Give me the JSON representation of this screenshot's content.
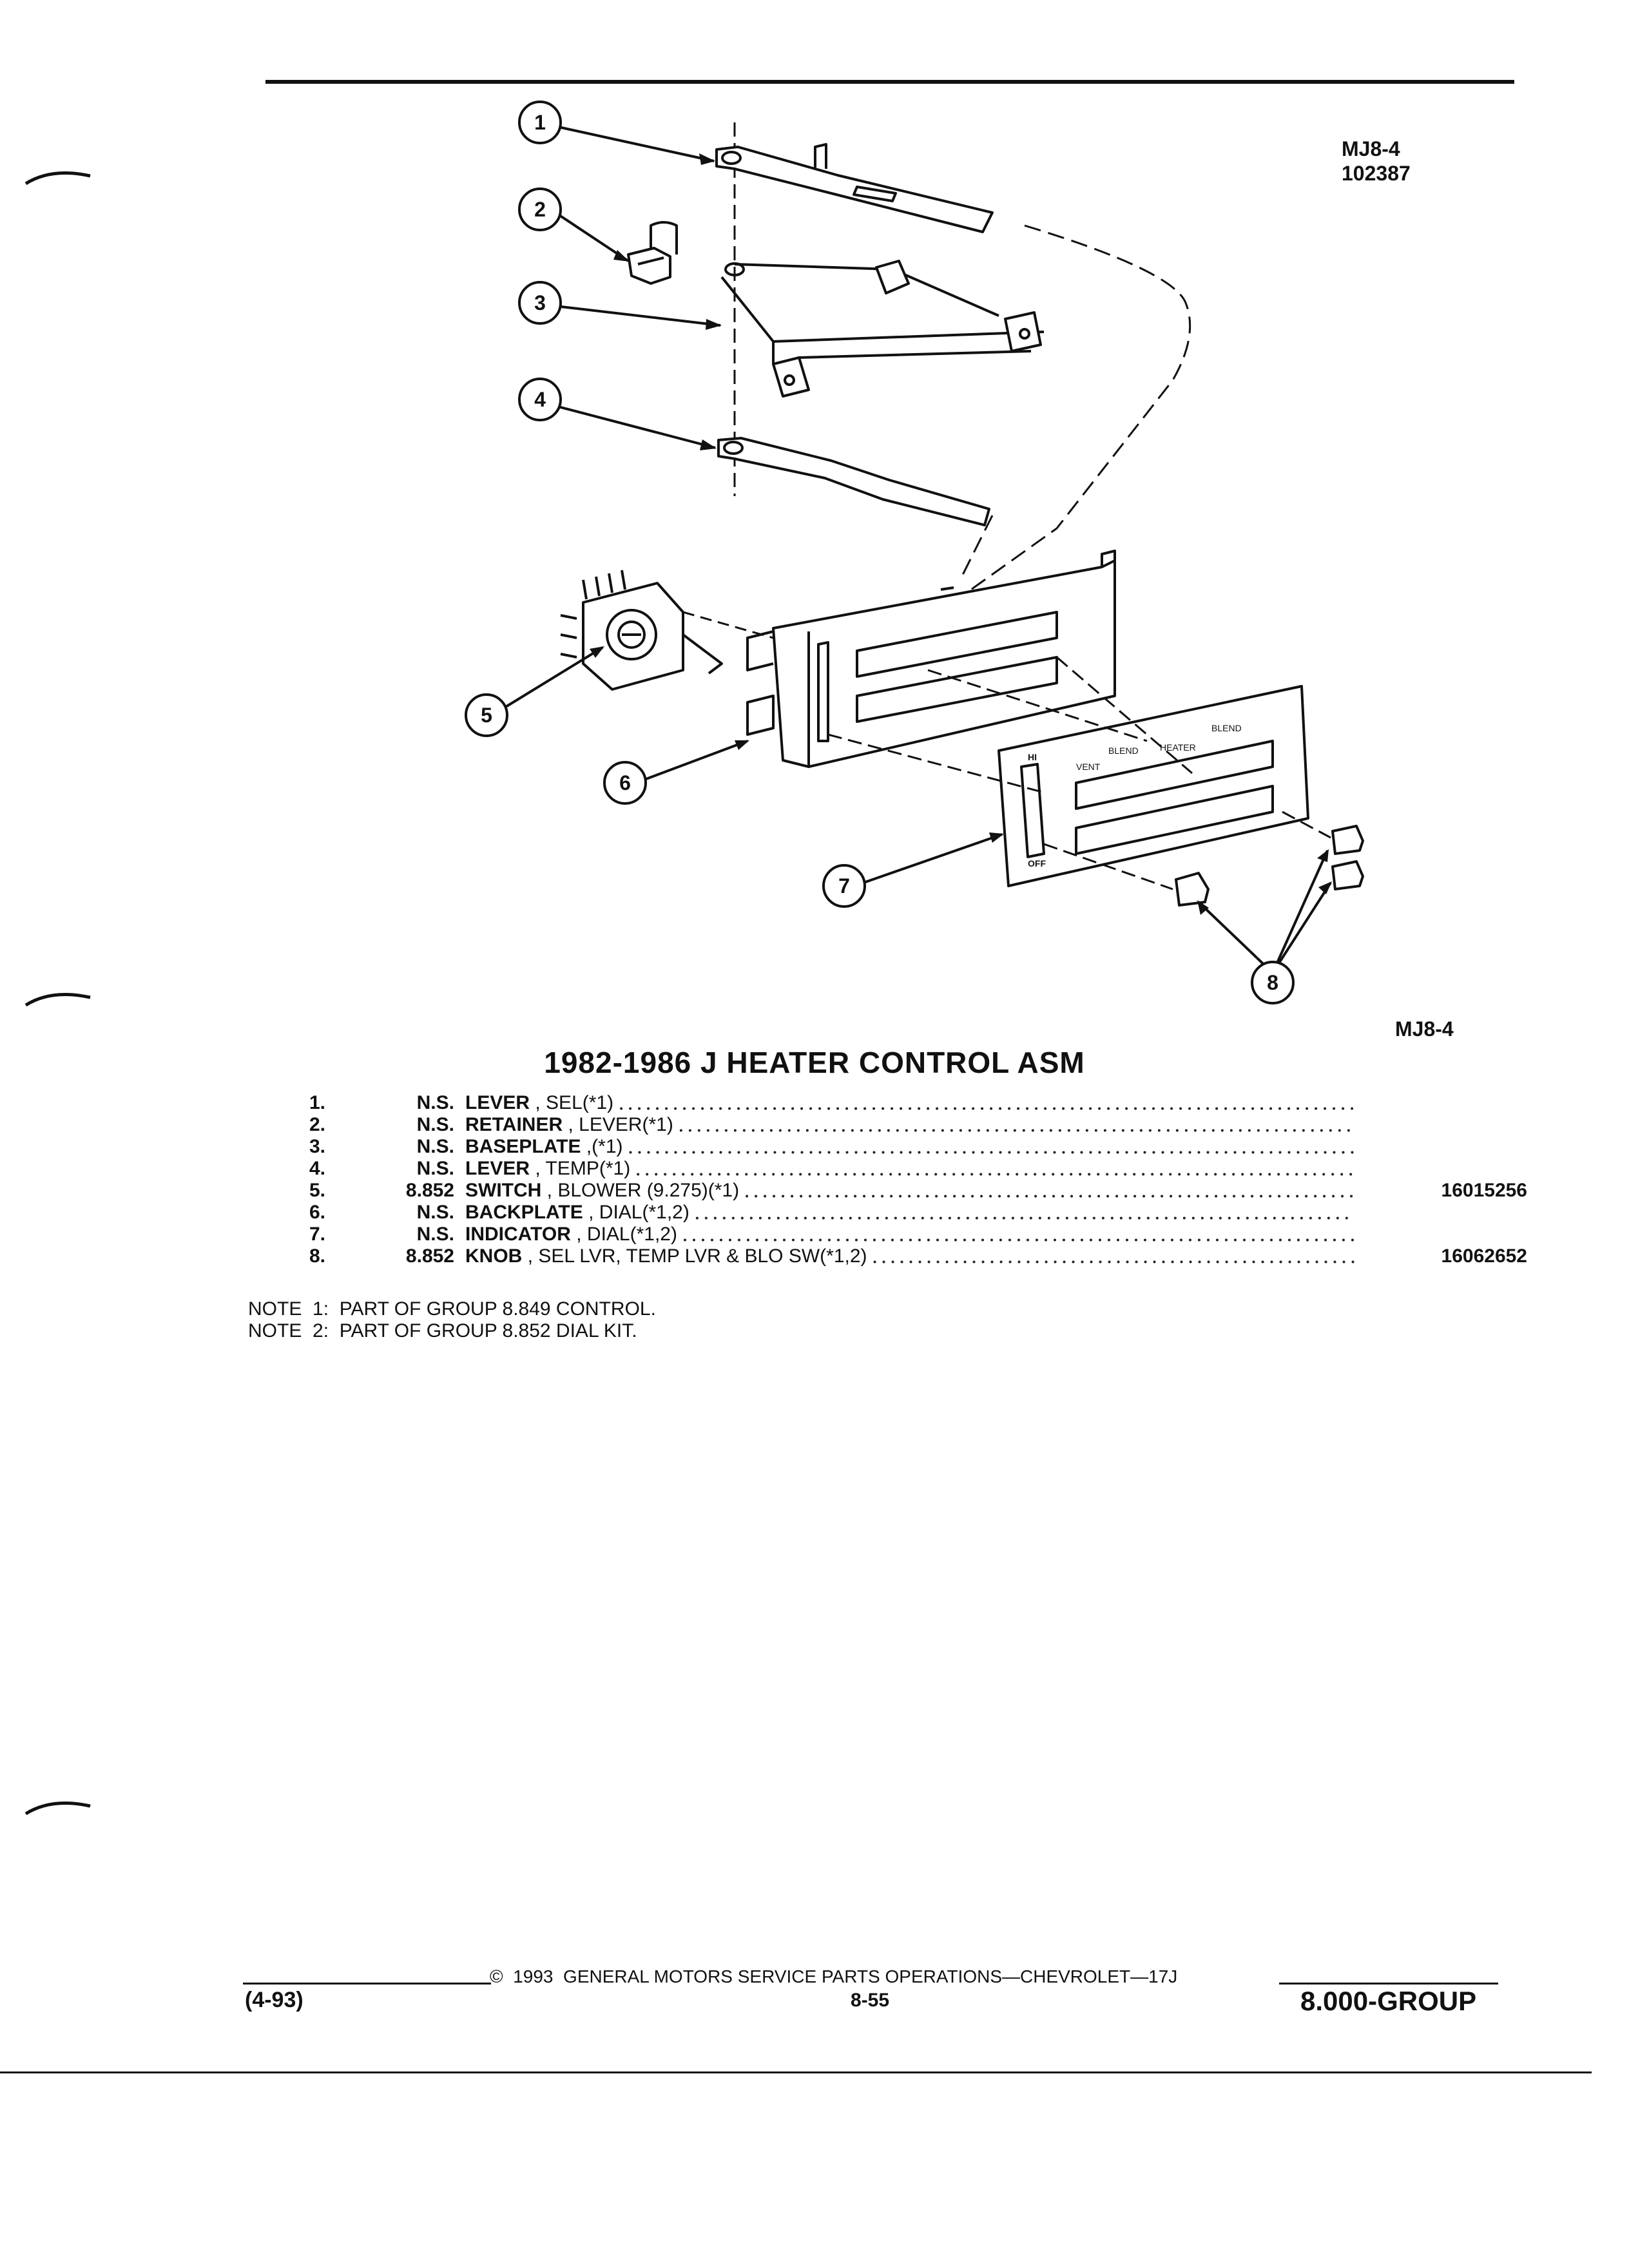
{
  "ref_code_top": [
    "MJ8-4",
    "102387"
  ],
  "ref_code_right": "MJ8-4",
  "title": "1982-1986 J HEATER CONTROL ASM",
  "callouts": [
    "1",
    "2",
    "3",
    "4",
    "5",
    "6",
    "7",
    "8"
  ],
  "panel_labels": [
    "HI",
    "OFF",
    "BLEND",
    "VENT",
    "HEATER",
    "BLEND"
  ],
  "parts": [
    {
      "no": "1.",
      "group": "N.S.",
      "name": "LEVER",
      "desc": ", SEL(*1)",
      "part_no": ""
    },
    {
      "no": "2.",
      "group": "N.S.",
      "name": "RETAINER",
      "desc": ", LEVER(*1)",
      "part_no": ""
    },
    {
      "no": "3.",
      "group": "N.S.",
      "name": "BASEPLATE",
      "desc": ",(*1)",
      "part_no": ""
    },
    {
      "no": "4.",
      "group": "N.S.",
      "name": "LEVER",
      "desc": ", TEMP(*1)",
      "part_no": ""
    },
    {
      "no": "5.",
      "group": "8.852",
      "name": "SWITCH",
      "desc": ", BLOWER (9.275)(*1)",
      "part_no": "16015256"
    },
    {
      "no": "6.",
      "group": "N.S.",
      "name": "BACKPLATE",
      "desc": ", DIAL(*1,2)",
      "part_no": ""
    },
    {
      "no": "7.",
      "group": "N.S.",
      "name": "INDICATOR",
      "desc": ", DIAL(*1,2)",
      "part_no": ""
    },
    {
      "no": "8.",
      "group": "8.852",
      "name": "KNOB",
      "desc": ", SEL LVR, TEMP LVR & BLO SW(*1,2)",
      "part_no": "16062652"
    }
  ],
  "notes": [
    "NOTE  1:  PART OF GROUP 8.849 CONTROL.",
    "NOTE  2:  PART OF GROUP 8.852 DIAL KIT."
  ],
  "footer": {
    "date": "(4-93)",
    "copyright": "©  1993  GENERAL MOTORS SERVICE PARTS OPERATIONS—CHEVROLET—17J",
    "page": "8-55",
    "group": "8.000-GROUP"
  }
}
